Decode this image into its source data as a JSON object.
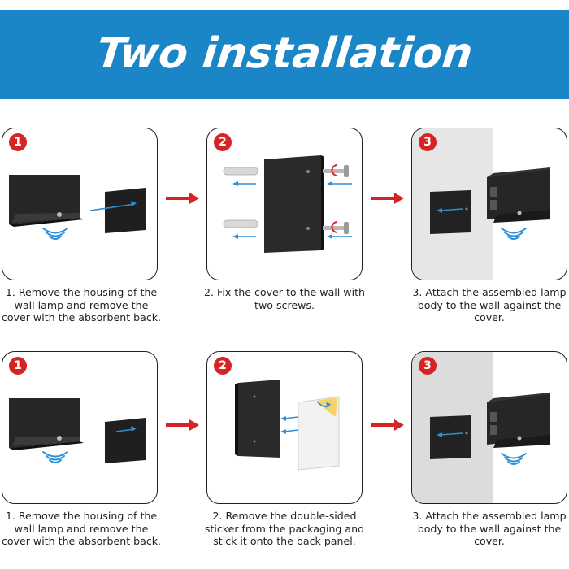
{
  "title": "Two installation methods",
  "colors": {
    "banner": "#1a86c7",
    "badge": "#d62424",
    "arrow": "#d62424",
    "guide_arrow": "#2a8fd6"
  },
  "method1": {
    "steps": [
      {
        "number": "1",
        "caption": "1. Remove the housing of the wall lamp and remove the cover with the absorbent back."
      },
      {
        "number": "2",
        "caption": "2. Fix the cover to the wall with two screws."
      },
      {
        "number": "3",
        "caption": "3. Attach the assembled lamp body to the wall against the cover."
      }
    ]
  },
  "method2": {
    "steps": [
      {
        "number": "1",
        "caption": "1. Remove the housing of the wall lamp and remove the cover with the absorbent back."
      },
      {
        "number": "2",
        "caption": "2. Remove the double-sided sticker from the packaging and stick it onto the back panel."
      },
      {
        "number": "3",
        "caption": "3. Attach the assembled lamp body to the wall against the cover."
      }
    ]
  }
}
